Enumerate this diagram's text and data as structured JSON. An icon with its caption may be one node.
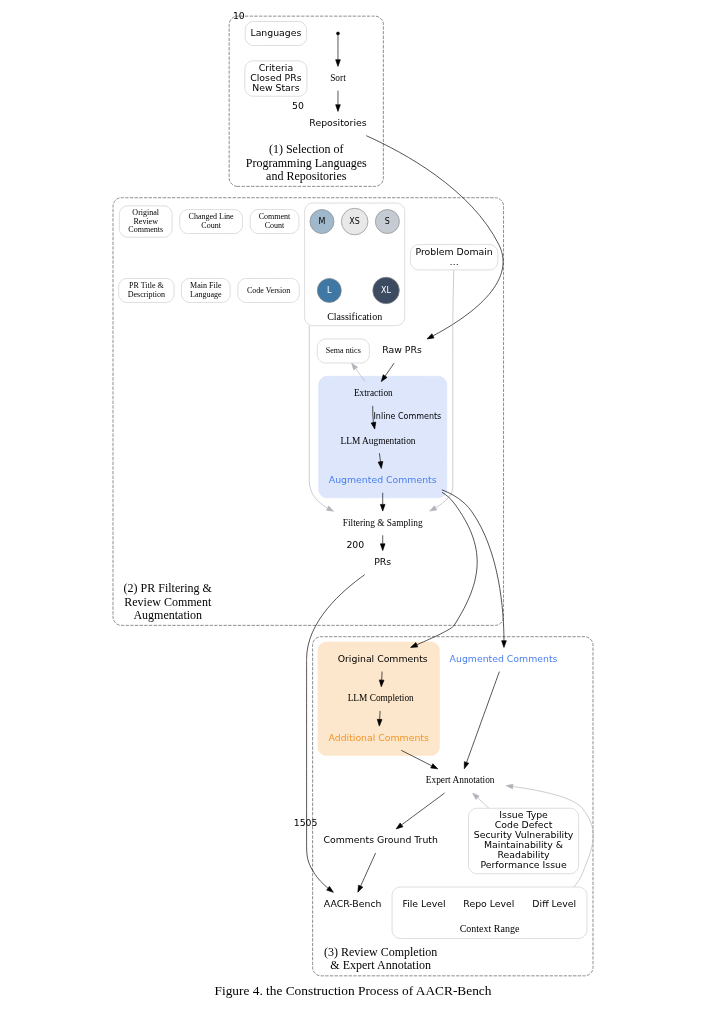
{
  "diagram": {
    "caption": "Figure 4. the Construction Process of AACR-Bench",
    "nodes": [
      {
        "text": [
          "(1) Selection of Programming Languages and Repositories"
        ]
      },
      {
        "text": [
          "Languages"
        ],
        "beside": [
          "10"
        ],
        "in": 0
      },
      {
        "text": [
          "Criteria",
          "Closed PRs",
          "New Stars"
        ],
        "in": 0
      },
      {
        "text": [
          "Sort"
        ],
        "in": 0
      },
      {
        "text": [
          "Repositories"
        ],
        "beside": [
          "50"
        ],
        "in": 0
      },
      {
        "text": [
          "(2) PR Filtering & Review Comment Augmentation"
        ]
      },
      {
        "text": [
          "Original Review Comments"
        ],
        "in": 5
      },
      {
        "text": [
          "Changed Line Count"
        ],
        "in": 5
      },
      {
        "text": [
          "Comment Count"
        ],
        "in": 5
      },
      {
        "text": [
          "PR Title & Description"
        ],
        "in": 5
      },
      {
        "text": [
          "Main File Language"
        ],
        "in": 5
      },
      {
        "text": [
          "Sema ntics"
        ],
        "in": 5
      },
      {
        "text": [
          "Code Version"
        ],
        "in": 5
      },
      {
        "text": [
          "Classification"
        ],
        "in": 5
      },
      {
        "text": [
          "M"
        ],
        "in": 13
      },
      {
        "text": [
          "XS"
        ],
        "in": 13
      },
      {
        "text": [
          "S"
        ],
        "in": 13
      },
      {
        "text": [
          "L"
        ],
        "in": 13
      },
      {
        "text": [
          "XL"
        ],
        "in": 13
      },
      {
        "text": [
          "Problem Domain",
          "…"
        ],
        "in": 5
      },
      {
        "text": [],
        "shape": "box",
        "in": 5
      },
      {
        "text": [
          "Raw PRs"
        ],
        "in": 5
      },
      {
        "text": [
          "Extraction"
        ],
        "in": 20
      },
      {
        "text": [
          "LLM Augmentation"
        ],
        "in": 20
      },
      {
        "text": [
          "Augmented Comments"
        ],
        "in": 20
      },
      {
        "text": [
          "Filtering & Sampling"
        ],
        "in": 5
      },
      {
        "text": [
          "PRs"
        ],
        "beside": [
          "200"
        ],
        "in": 5
      },
      {
        "text": [
          "(3) Review Completion & Expert Annotation"
        ]
      },
      {
        "text": [],
        "shape": "box",
        "in": 27
      },
      {
        "text": [
          "Original Comments"
        ],
        "in": 28
      },
      {
        "text": [
          "LLM Completion"
        ],
        "in": 28
      },
      {
        "text": [
          "Additional Comments"
        ],
        "in": 28
      },
      {
        "text": [
          "Augmented Comments"
        ],
        "in": 27
      },
      {
        "text": [
          "Expert Annotation"
        ],
        "in": 27
      },
      {
        "text": [
          "Comments Ground Truth"
        ],
        "beside": [
          "1505"
        ],
        "in": 27
      },
      {
        "text": [
          "AACR-Bench"
        ],
        "in": 27
      },
      {
        "text": [
          "Issue Type",
          "Code Defect",
          "Security Vulnerability",
          "Maintainability & Readability",
          "Performance Issue"
        ],
        "in": 27
      },
      {
        "text": [
          "Context Range"
        ],
        "in": 27
      },
      {
        "text": [
          "Diff Level"
        ],
        "in": 37
      },
      {
        "text": [
          "File Level"
        ],
        "in": 37
      },
      {
        "text": [
          "Repo Level"
        ],
        "in": 37
      }
    ],
    "edges": [
      {
        "from": null,
        "to": 3,
        "arrow": "to"
      },
      {
        "from": 3,
        "to": 4,
        "arrow": "to"
      },
      {
        "from": 4,
        "to": 21,
        "arrow": "to"
      },
      {
        "from": 21,
        "to": 22,
        "arrow": "to"
      },
      {
        "from": 22,
        "to": 11,
        "arrow": "to",
        "color": "#b0b4ba"
      },
      {
        "from": 22,
        "to": 23,
        "label": "Inline Comments",
        "arrow": "to"
      },
      {
        "from": 23,
        "to": 24,
        "arrow": "to"
      },
      {
        "from": 24,
        "to": 25,
        "arrow": "to"
      },
      {
        "from": 13,
        "to": 25,
        "arrow": "to",
        "color": "#b0b4ba"
      },
      {
        "from": 19,
        "to": 25,
        "arrow": "to",
        "color": "#b0b4ba"
      },
      {
        "from": 25,
        "to": 26,
        "arrow": "to"
      },
      {
        "from": 26,
        "to": 35,
        "arrow": "to"
      },
      {
        "from": 24,
        "to": 29,
        "arrow": "to"
      },
      {
        "from": 24,
        "to": 32,
        "arrow": "to"
      },
      {
        "from": 29,
        "to": 30,
        "arrow": "to"
      },
      {
        "from": 30,
        "to": 31,
        "arrow": "to"
      },
      {
        "from": 31,
        "to": 33,
        "arrow": "to"
      },
      {
        "from": 32,
        "to": 33,
        "arrow": "to"
      },
      {
        "from": 33,
        "to": 34,
        "arrow": "to"
      },
      {
        "from": 34,
        "to": 35,
        "arrow": "to"
      },
      {
        "from": 36,
        "to": 33,
        "arrow": "to",
        "color": "#b0b4ba"
      },
      {
        "from": 37,
        "to": 33,
        "arrow": "to",
        "color": "#b0b4ba"
      }
    ]
  }
}
